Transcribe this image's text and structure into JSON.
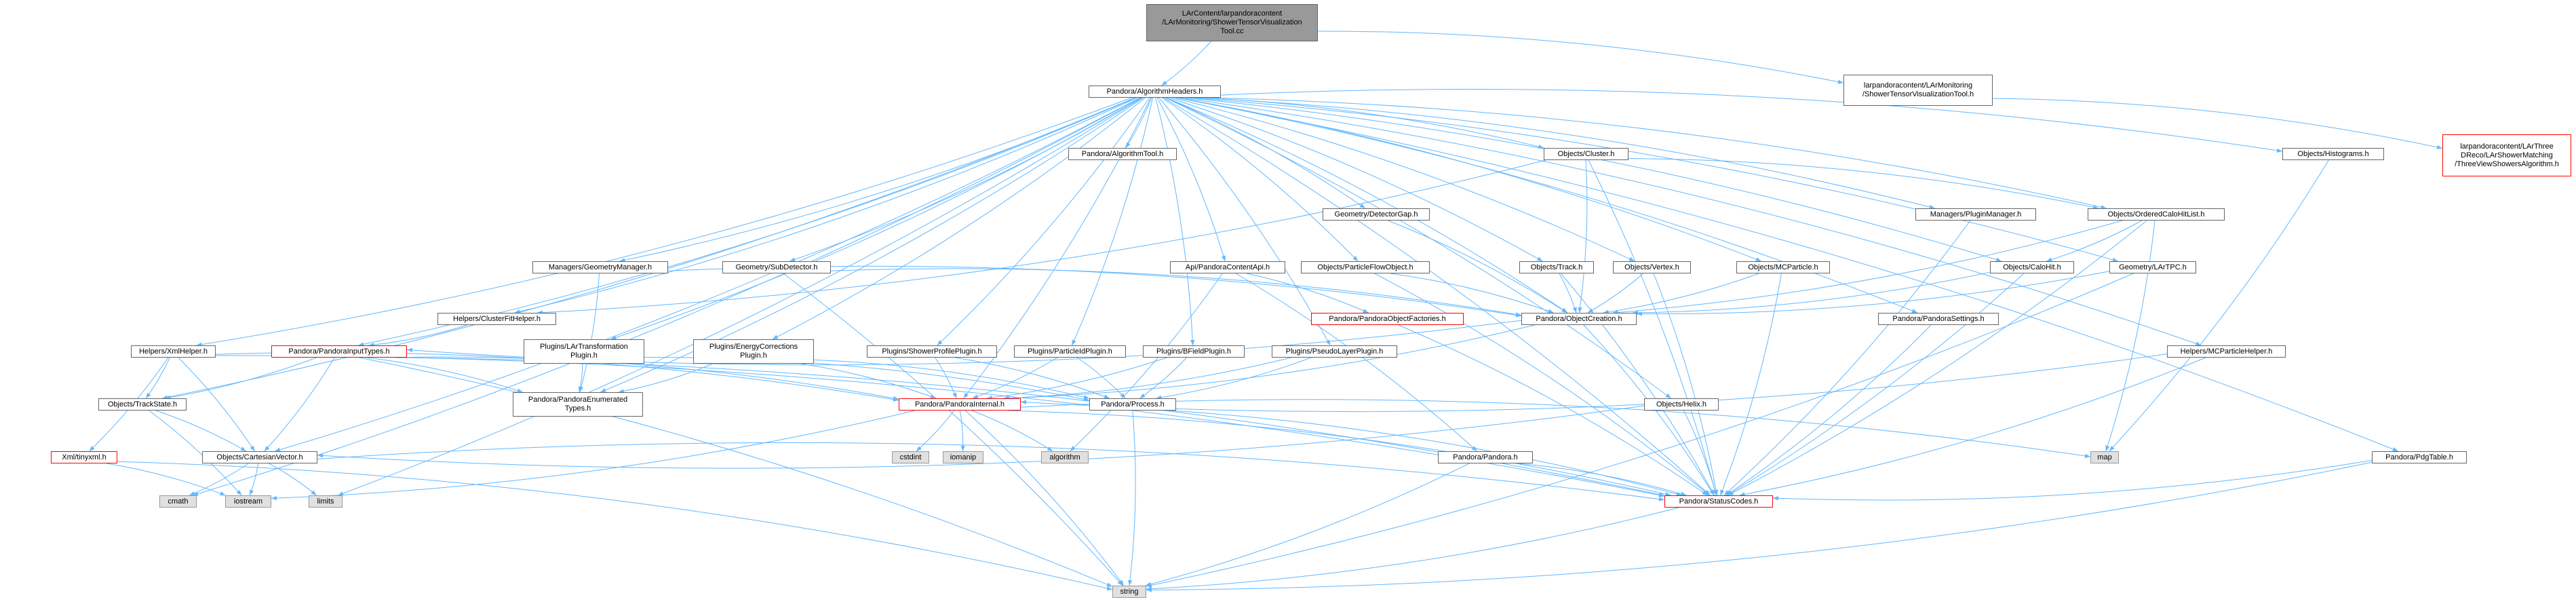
{
  "colors": {
    "edge": "#63b8ff",
    "node_border": "#666666",
    "root_fill": "#999999",
    "ext_fill": "#e0e0e0",
    "highlight_border": "#ff0000"
  },
  "nodes": {
    "root": {
      "lines": [
        "LArContent/larpandoracontent",
        "/LArMonitoring/ShowerTensorVisualization",
        "Tool.cc"
      ]
    },
    "algorithm_headers": {
      "lines": [
        "Pandora/AlgorithmHeaders.h"
      ]
    },
    "stv_tool_h": {
      "lines": [
        "larpandoracontent/LArMonitoring",
        "/ShowerTensorVisualizationTool.h"
      ]
    },
    "three_view_showers": {
      "lines": [
        "larpandoracontent/LArThree",
        "DReco/LArShowerMatching",
        "/ThreeViewShowersAlgorithm.h"
      ]
    },
    "algorithm_tool": {
      "lines": [
        "Pandora/AlgorithmTool.h"
      ]
    },
    "objects_cluster": {
      "lines": [
        "Objects/Cluster.h"
      ]
    },
    "objects_histograms": {
      "lines": [
        "Objects/Histograms.h"
      ]
    },
    "geometry_detector_gap": {
      "lines": [
        "Geometry/DetectorGap.h"
      ]
    },
    "managers_plugin_manager": {
      "lines": [
        "Managers/PluginManager.h"
      ]
    },
    "objects_ordered_calo_hit_list": {
      "lines": [
        "Objects/OrderedCaloHitList.h"
      ]
    },
    "managers_geometry_manager": {
      "lines": [
        "Managers/GeometryManager.h"
      ]
    },
    "geometry_sub_detector": {
      "lines": [
        "Geometry/SubDetector.h"
      ]
    },
    "api_pandora_content_api": {
      "lines": [
        "Api/PandoraContentApi.h"
      ]
    },
    "objects_pfo": {
      "lines": [
        "Objects/ParticleFlowObject.h"
      ]
    },
    "objects_track": {
      "lines": [
        "Objects/Track.h"
      ]
    },
    "objects_vertex": {
      "lines": [
        "Objects/Vertex.h"
      ]
    },
    "objects_mc_particle": {
      "lines": [
        "Objects/MCParticle.h"
      ]
    },
    "objects_calo_hit": {
      "lines": [
        "Objects/CaloHit.h"
      ]
    },
    "geometry_lar_tpc": {
      "lines": [
        "Geometry/LArTPC.h"
      ]
    },
    "helpers_cluster_fit": {
      "lines": [
        "Helpers/ClusterFitHelper.h"
      ]
    },
    "pandora_object_factories": {
      "lines": [
        "Pandora/PandoraObjectFactories.h"
      ]
    },
    "pandora_object_creation": {
      "lines": [
        "Pandora/ObjectCreation.h"
      ]
    },
    "pandora_settings": {
      "lines": [
        "Pandora/PandoraSettings.h"
      ]
    },
    "pandora_input_types": {
      "lines": [
        "Pandora/PandoraInputTypes.h"
      ]
    },
    "plugins_lar_transformation": {
      "lines": [
        "Plugins/LArTransformation",
        "Plugin.h"
      ]
    },
    "plugins_energy_corrections": {
      "lines": [
        "Plugins/EnergyCorrections",
        "Plugin.h"
      ]
    },
    "plugins_shower_profile": {
      "lines": [
        "Plugins/ShowerProfilePlugin.h"
      ]
    },
    "plugins_particle_id": {
      "lines": [
        "Plugins/ParticleIdPlugin.h"
      ]
    },
    "plugins_bfield": {
      "lines": [
        "Plugins/BFieldPlugin.h"
      ]
    },
    "plugins_pseudo_layer": {
      "lines": [
        "Plugins/PseudoLayerPlugin.h"
      ]
    },
    "helpers_mc_particle": {
      "lines": [
        "Helpers/MCParticleHelper.h"
      ]
    },
    "helpers_xml": {
      "lines": [
        "Helpers/XmlHelper.h"
      ]
    },
    "objects_track_state": {
      "lines": [
        "Objects/TrackState.h"
      ]
    },
    "pandora_enumerated_types": {
      "lines": [
        "Pandora/PandoraEnumerated",
        "Types.h"
      ]
    },
    "pandora_internal": {
      "lines": [
        "Pandora/PandoraInternal.h"
      ]
    },
    "pandora_process": {
      "lines": [
        "Pandora/Process.h"
      ]
    },
    "objects_helix": {
      "lines": [
        "Objects/Helix.h"
      ]
    },
    "xml_tinyxml": {
      "lines": [
        "Xml/tinyxml.h"
      ]
    },
    "objects_cartesian_vector": {
      "lines": [
        "Objects/CartesianVector.h"
      ]
    },
    "pandora_pandora": {
      "lines": [
        "Pandora/Pandora.h"
      ]
    },
    "pandora_pdg_table": {
      "lines": [
        "Pandora/PdgTable.h"
      ]
    },
    "pandora_status_codes": {
      "lines": [
        "Pandora/StatusCodes.h"
      ]
    },
    "ext_cstdint": {
      "lines": [
        "cstdint"
      ]
    },
    "ext_iomanip": {
      "lines": [
        "iomanip"
      ]
    },
    "ext_algorithm": {
      "lines": [
        "algorithm"
      ]
    },
    "ext_map": {
      "lines": [
        "map"
      ]
    },
    "ext_cmath": {
      "lines": [
        "cmath"
      ]
    },
    "ext_iostream": {
      "lines": [
        "iostream"
      ]
    },
    "ext_limits": {
      "lines": [
        "limits"
      ]
    },
    "ext_string": {
      "lines": [
        "string"
      ]
    }
  },
  "edges": [
    [
      "root",
      "algorithm_headers"
    ],
    [
      "root",
      "stv_tool_h"
    ],
    [
      "stv_tool_h",
      "three_view_showers"
    ],
    [
      "algorithm_headers",
      "algorithm_tool"
    ],
    [
      "algorithm_headers",
      "objects_cluster"
    ],
    [
      "algorithm_headers",
      "objects_histograms"
    ],
    [
      "algorithm_headers",
      "geometry_detector_gap"
    ],
    [
      "algorithm_headers",
      "managers_plugin_manager"
    ],
    [
      "algorithm_headers",
      "objects_ordered_calo_hit_list"
    ],
    [
      "algorithm_headers",
      "managers_geometry_manager"
    ],
    [
      "algorithm_headers",
      "geometry_sub_detector"
    ],
    [
      "algorithm_headers",
      "api_pandora_content_api"
    ],
    [
      "algorithm_headers",
      "objects_pfo"
    ],
    [
      "algorithm_headers",
      "objects_track"
    ],
    [
      "algorithm_headers",
      "objects_vertex"
    ],
    [
      "algorithm_headers",
      "objects_mc_particle"
    ],
    [
      "algorithm_headers",
      "objects_calo_hit"
    ],
    [
      "algorithm_headers",
      "geometry_lar_tpc"
    ],
    [
      "algorithm_headers",
      "pandora_settings"
    ],
    [
      "algorithm_headers",
      "pandora_input_types"
    ],
    [
      "algorithm_headers",
      "plugins_lar_transformation"
    ],
    [
      "algorithm_headers",
      "plugins_energy_corrections"
    ],
    [
      "algorithm_headers",
      "plugins_shower_profile"
    ],
    [
      "algorithm_headers",
      "plugins_particle_id"
    ],
    [
      "algorithm_headers",
      "plugins_bfield"
    ],
    [
      "algorithm_headers",
      "plugins_pseudo_layer"
    ],
    [
      "algorithm_headers",
      "helpers_mc_particle"
    ],
    [
      "algorithm_headers",
      "helpers_xml"
    ],
    [
      "algorithm_headers",
      "objects_track_state"
    ],
    [
      "algorithm_headers",
      "pandora_enumerated_types"
    ],
    [
      "algorithm_headers",
      "pandora_internal"
    ],
    [
      "algorithm_headers",
      "objects_helix"
    ],
    [
      "algorithm_headers",
      "objects_cartesian_vector"
    ],
    [
      "algorithm_headers",
      "pandora_pdg_table"
    ],
    [
      "algorithm_headers",
      "pandora_object_creation"
    ],
    [
      "algorithm_headers",
      "ext_cmath"
    ],
    [
      "algorithm_headers",
      "ext_limits"
    ],
    [
      "algorithm_headers",
      "pandora_status_codes"
    ],
    [
      "algorithm_headers",
      "helpers_cluster_fit"
    ],
    [
      "objects_cluster",
      "helpers_cluster_fit"
    ],
    [
      "objects_cluster",
      "objects_ordered_calo_hit_list"
    ],
    [
      "objects_cluster",
      "pandora_object_creation"
    ],
    [
      "objects_cluster",
      "pandora_status_codes"
    ],
    [
      "objects_ordered_calo_hit_list",
      "objects_calo_hit"
    ],
    [
      "objects_ordered_calo_hit_list",
      "pandora_object_creation"
    ],
    [
      "objects_ordered_calo_hit_list",
      "pandora_status_codes"
    ],
    [
      "objects_ordered_calo_hit_list",
      "ext_map"
    ],
    [
      "objects_histograms",
      "ext_map"
    ],
    [
      "geometry_detector_gap",
      "pandora_object_creation"
    ],
    [
      "managers_plugin_manager",
      "pandora_status_codes"
    ],
    [
      "managers_geometry_manager",
      "pandora_enumerated_types"
    ],
    [
      "managers_geometry_manager",
      "pandora_object_creation"
    ],
    [
      "geometry_sub_detector",
      "pandora_object_creation"
    ],
    [
      "geometry_sub_detector",
      "ext_string"
    ],
    [
      "api_pandora_content_api",
      "pandora_object_factories"
    ],
    [
      "api_pandora_content_api",
      "pandora_pandora"
    ],
    [
      "api_pandora_content_api",
      "ext_algorithm"
    ],
    [
      "objects_pfo",
      "pandora_object_creation"
    ],
    [
      "objects_pfo",
      "pandora_status_codes"
    ],
    [
      "objects_track",
      "pandora_object_creation"
    ],
    [
      "objects_track",
      "pandora_status_codes"
    ],
    [
      "objects_vertex",
      "pandora_object_creation"
    ],
    [
      "objects_vertex",
      "pandora_status_codes"
    ],
    [
      "objects_mc_particle",
      "pandora_object_creation"
    ],
    [
      "objects_mc_particle",
      "pandora_status_codes"
    ],
    [
      "objects_calo_hit",
      "pandora_object_creation"
    ],
    [
      "objects_calo_hit",
      "pandora_status_codes"
    ],
    [
      "geometry_lar_tpc",
      "pandora_object_creation"
    ],
    [
      "geometry_lar_tpc",
      "ext_string"
    ],
    [
      "helpers_cluster_fit",
      "pandora_input_types"
    ],
    [
      "pandora_object_factories",
      "pandora_status_codes"
    ],
    [
      "pandora_object_creation",
      "pandora_input_types"
    ],
    [
      "pandora_object_creation",
      "pandora_internal"
    ],
    [
      "pandora_object_creation",
      "pandora_status_codes"
    ],
    [
      "pandora_settings",
      "pandora_status_codes"
    ],
    [
      "pandora_input_types",
      "pandora_enumerated_types"
    ],
    [
      "pandora_input_types",
      "pandora_internal"
    ],
    [
      "pandora_input_types",
      "pandora_status_codes"
    ],
    [
      "pandora_input_types",
      "objects_cartesian_vector"
    ],
    [
      "pandora_input_types",
      "objects_track_state"
    ],
    [
      "pandora_input_types",
      "ext_string"
    ],
    [
      "plugins_lar_transformation",
      "pandora_enumerated_types"
    ],
    [
      "plugins_lar_transformation",
      "pandora_process"
    ],
    [
      "plugins_energy_corrections",
      "pandora_enumerated_types"
    ],
    [
      "plugins_energy_corrections",
      "pandora_process"
    ],
    [
      "plugins_energy_corrections",
      "pandora_internal"
    ],
    [
      "plugins_shower_profile",
      "pandora_internal"
    ],
    [
      "plugins_shower_profile",
      "pandora_process"
    ],
    [
      "plugins_particle_id",
      "pandora_internal"
    ],
    [
      "plugins_particle_id",
      "pandora_process"
    ],
    [
      "plugins_bfield",
      "pandora_internal"
    ],
    [
      "plugins_bfield",
      "pandora_process"
    ],
    [
      "plugins_pseudo_layer",
      "pandora_internal"
    ],
    [
      "plugins_pseudo_layer",
      "pandora_process"
    ],
    [
      "helpers_mc_particle",
      "pandora_internal"
    ],
    [
      "helpers_mc_particle",
      "pandora_status_codes"
    ],
    [
      "helpers_xml",
      "objects_track_state"
    ],
    [
      "helpers_xml",
      "objects_cartesian_vector"
    ],
    [
      "helpers_xml",
      "xml_tinyxml"
    ],
    [
      "helpers_xml",
      "pandora_internal"
    ],
    [
      "helpers_xml",
      "pandora_status_codes"
    ],
    [
      "objects_track_state",
      "objects_cartesian_vector"
    ],
    [
      "objects_track_state",
      "ext_iostream"
    ],
    [
      "pandora_internal",
      "ext_cstdint"
    ],
    [
      "pandora_internal",
      "ext_iomanip"
    ],
    [
      "pandora_internal",
      "ext_algorithm"
    ],
    [
      "pandora_internal",
      "ext_map"
    ],
    [
      "pandora_internal",
      "ext_iostream"
    ],
    [
      "pandora_internal",
      "ext_string"
    ],
    [
      "pandora_internal",
      "pandora_status_codes"
    ],
    [
      "pandora_process",
      "pandora_status_codes"
    ],
    [
      "pandora_process",
      "ext_string"
    ],
    [
      "objects_helix",
      "objects_cartesian_vector"
    ],
    [
      "objects_helix",
      "pandora_status_codes"
    ],
    [
      "xml_tinyxml",
      "ext_iostream"
    ],
    [
      "xml_tinyxml",
      "ext_string"
    ],
    [
      "objects_cartesian_vector",
      "ext_cmath"
    ],
    [
      "objects_cartesian_vector",
      "ext_iostream"
    ],
    [
      "objects_cartesian_vector",
      "ext_limits"
    ],
    [
      "objects_cartesian_vector",
      "pandora_status_codes"
    ],
    [
      "pandora_pandora",
      "pandora_status_codes"
    ],
    [
      "pandora_pandora",
      "ext_string"
    ],
    [
      "pandora_pdg_table",
      "pandora_status_codes"
    ],
    [
      "pandora_pdg_table",
      "ext_string"
    ],
    [
      "pandora_status_codes",
      "ext_string"
    ]
  ]
}
